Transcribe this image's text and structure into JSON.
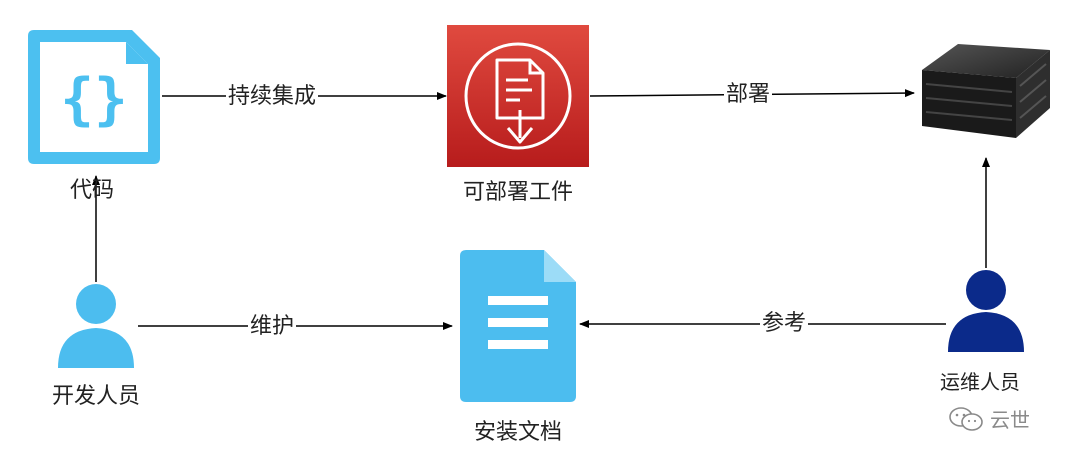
{
  "nodes": {
    "code": {
      "label": "代码"
    },
    "artifact": {
      "label": "可部署工件"
    },
    "server": {
      "label": ""
    },
    "developer": {
      "label": "开发人员"
    },
    "install_doc": {
      "label": "安装文档"
    },
    "ops": {
      "label": "运维人员"
    }
  },
  "edges": {
    "code_to_artifact": "持续集成",
    "artifact_to_server": "部署",
    "developer_to_doc": "维护",
    "ops_to_doc": "参考"
  },
  "watermark": {
    "text": "云世",
    "icon": "wechat-icon"
  },
  "colors": {
    "code_icon": "#4cc0f0",
    "artifact_bg": "#d32f2f",
    "doc_icon": "#4cbdef",
    "developer": "#4cbdef",
    "ops": "#0b2a8a",
    "server": "#222222",
    "arrow": "#000000"
  }
}
